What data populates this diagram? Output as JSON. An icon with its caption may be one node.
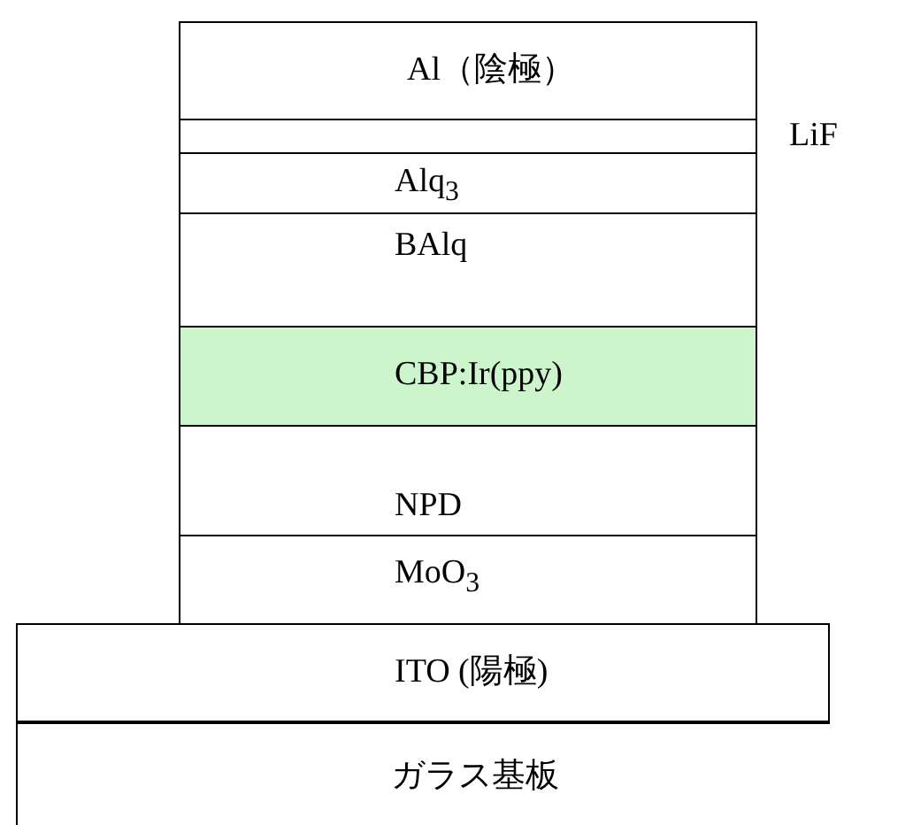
{
  "diagram": {
    "nodes": [
      {
        "text": [
          "Al（陰極）"
        ]
      },
      {
        "text": [
          "LiF"
        ]
      },
      {
        "text": [
          "Alq$_{3}$"
        ]
      },
      {
        "text": [
          "BAlq"
        ]
      },
      {
        "text": [
          "CBP:Ir(ppy)"
        ]
      },
      {
        "text": [
          "NPD"
        ]
      },
      {
        "text": [
          "MoO$_{3}$"
        ]
      },
      {
        "text": [
          "ITO (陽極)"
        ]
      },
      {
        "text": [
          "ガラス基板"
        ]
      }
    ]
  }
}
